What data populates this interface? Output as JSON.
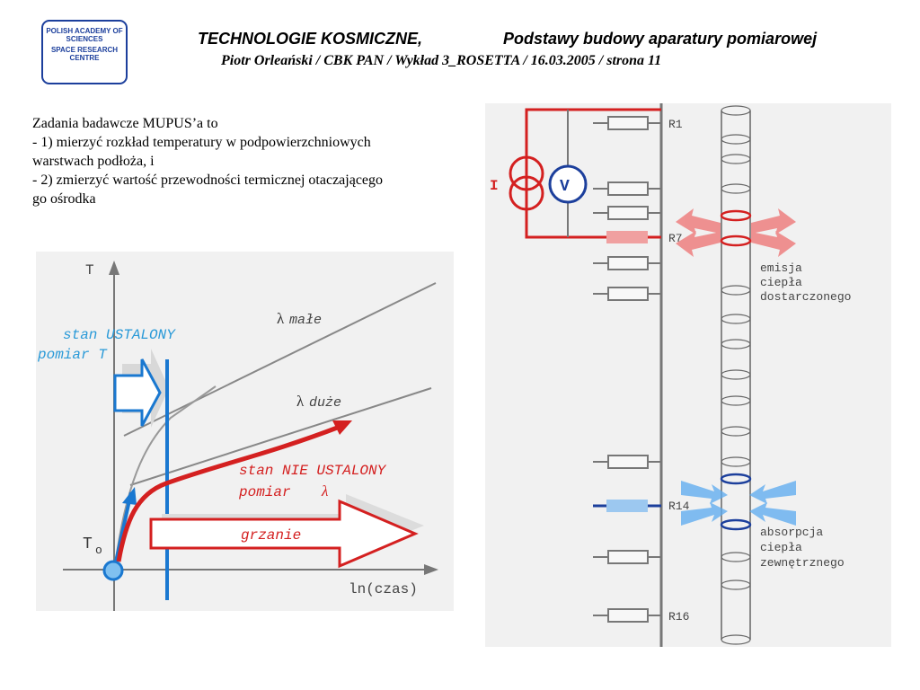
{
  "logo": {
    "line1": "POLISH ACADEMY OF SCIENCES",
    "line2": "SPACE RESEARCH CENTRE"
  },
  "header": {
    "course": "TECHNOLOGIE KOSMICZNE,",
    "subject": "Podstawy budowy aparatury pomiarowej",
    "subtitle": "Piotr Orleański   /   CBK PAN   /   Wykład 3_ROSETTA   /   16.03.2005   /   strona 11"
  },
  "tasks": [
    "Zadania badawcze MUPUS’a to",
    " - 1) mierzyć rozkład temperatury w podpowierzchniowych",
    "warstwach podłoża, i",
    " - 2) zmierzyć wartość przewodności termicznej otaczającego",
    "go ośrodka"
  ],
  "graph": {
    "y_axis": "T",
    "x_axis": "ln(czas)",
    "t0": "T",
    "t0_sub": "o",
    "steady_line1": "stan USTALONY",
    "steady_line2": "pomiar T",
    "lambda_small": "małe",
    "lambda_large": "duże",
    "unsteady_line1": "stan NIE USTALONY",
    "unsteady_line2": "pomiar",
    "heating": "grzanie",
    "lambda_symbol": "λ"
  },
  "probe": {
    "current_label": "I",
    "voltmeter_label": "V",
    "r1": "R1",
    "r7": "R7",
    "r14": "R14",
    "r16": "R16",
    "emission": [
      "emisja",
      "ciepła",
      "dostarczonego"
    ],
    "absorption": [
      "absorpcja",
      "ciepła",
      "zewnętrznego"
    ]
  },
  "colors": {
    "red": "#d42020",
    "blue": "#1a78d0",
    "navy": "#1c3f9c",
    "grey": "#888888"
  }
}
